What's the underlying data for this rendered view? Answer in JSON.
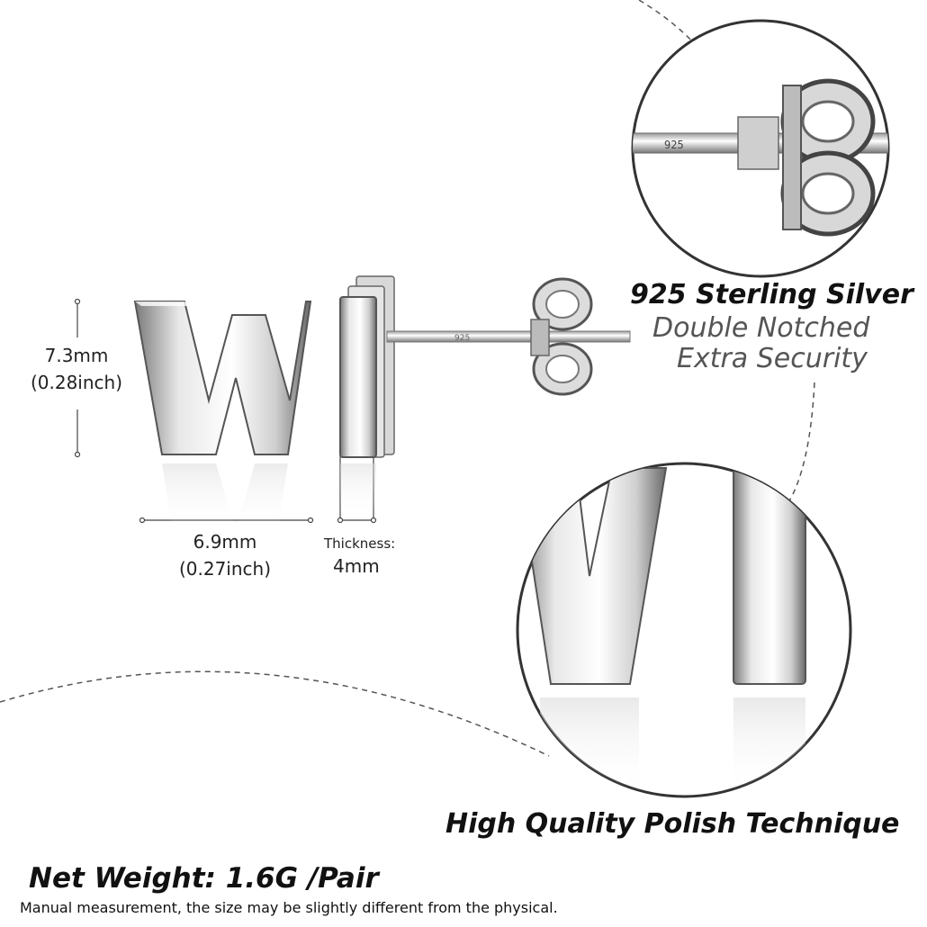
{
  "dimensions": {
    "height_mm": "7.3mm",
    "height_inch": "(0.28inch)",
    "width_mm": "6.9mm",
    "width_inch": "(0.27inch)",
    "thickness_label": "Thickness:",
    "thickness_value": "4mm"
  },
  "features": {
    "material_title": "925 Sterling Silver",
    "back_line1": "Double Notched",
    "back_line2": "Extra Security",
    "polish_title": "High Quality Polish Technique"
  },
  "stamp": "925",
  "weight": {
    "title": "Net Weight: 1.6G /Pair",
    "note": "Manual measurement, the size may be slightly different from the physical."
  },
  "colors": {
    "silver_light": "#f4f4f4",
    "silver_dark": "#8a8a8a",
    "dashed": "#555555"
  }
}
